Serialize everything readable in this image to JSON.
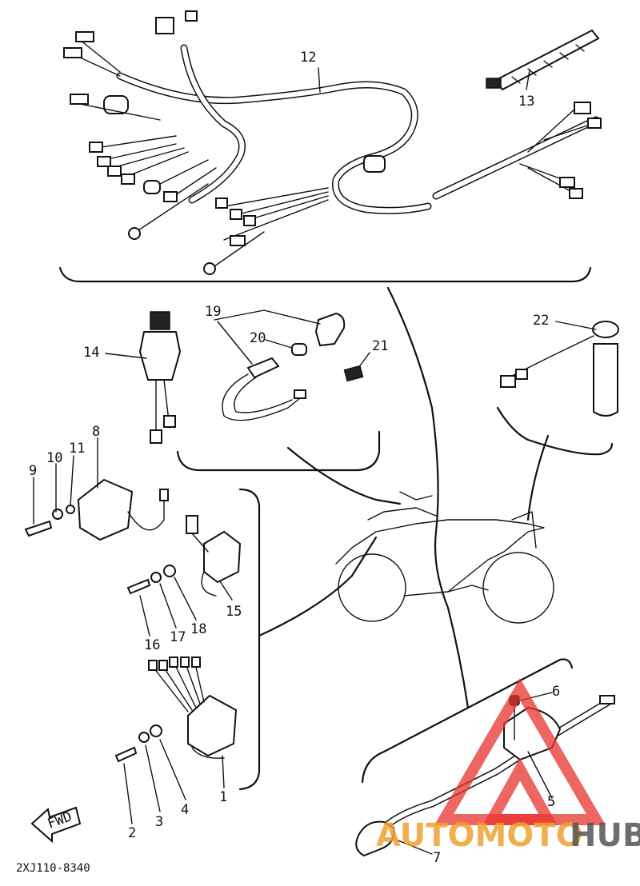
{
  "diagram": {
    "part_code": "2XJ110-8340",
    "front_arrow_label": "FWD",
    "callouts": {
      "p1": "1",
      "p2": "2",
      "p3": "3",
      "p4": "4",
      "p5": "5",
      "p6": "6",
      "p7": "7",
      "p8": "8",
      "p9": "9",
      "p10": "10",
      "p11": "11",
      "p12": "12",
      "p13": "13",
      "p14": "14",
      "p15": "15",
      "p16": "16",
      "p17": "17",
      "p18": "18",
      "p19": "19",
      "p20": "20",
      "p21": "21",
      "p22": "22"
    }
  },
  "watermark": {
    "text_part1": "AUTOMOTO",
    "text_part2": "HUB",
    "color_part1": "#f0a030",
    "color_part2": "#555555",
    "triangle_color": "#e8332e"
  }
}
